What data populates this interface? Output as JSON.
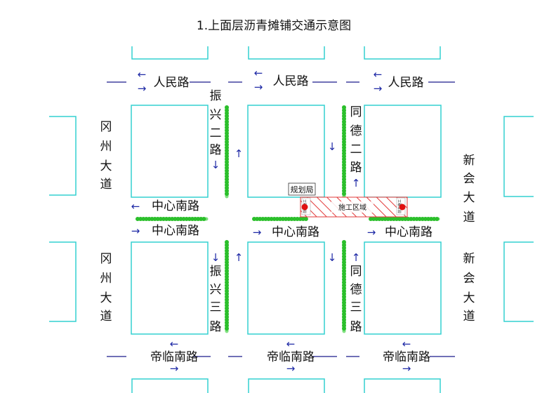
{
  "title": "1.上面层沥青摊铺交通示意图",
  "roads": {
    "renmin": "人民路",
    "zhongxinnan": "中心南路",
    "dilinnan": "帝临南路",
    "gangzhou": [
      "冈",
      "州",
      "大",
      "道"
    ],
    "xinhui": [
      "新",
      "会",
      "大",
      "道"
    ],
    "zhenxing2": [
      "振",
      "兴",
      "二",
      "路"
    ],
    "zhenxing3": [
      "振",
      "兴",
      "三",
      "路"
    ],
    "tongde2": [
      "同",
      "德",
      "二",
      "路"
    ],
    "tongde3": [
      "同",
      "德",
      "三",
      "路"
    ]
  },
  "labels": {
    "planning_bureau": "规划局",
    "construction_zone": "施工区域",
    "sign_left": "前方施工",
    "sign_right": "前方施工"
  },
  "glyphs": {
    "left": "←",
    "right": "→",
    "up": "↑",
    "down": "↓"
  },
  "colors": {
    "block": "#33d1d1",
    "green": "#2bbf2b",
    "arrow": "#1f2aa6",
    "zone": "#e23a3a"
  }
}
